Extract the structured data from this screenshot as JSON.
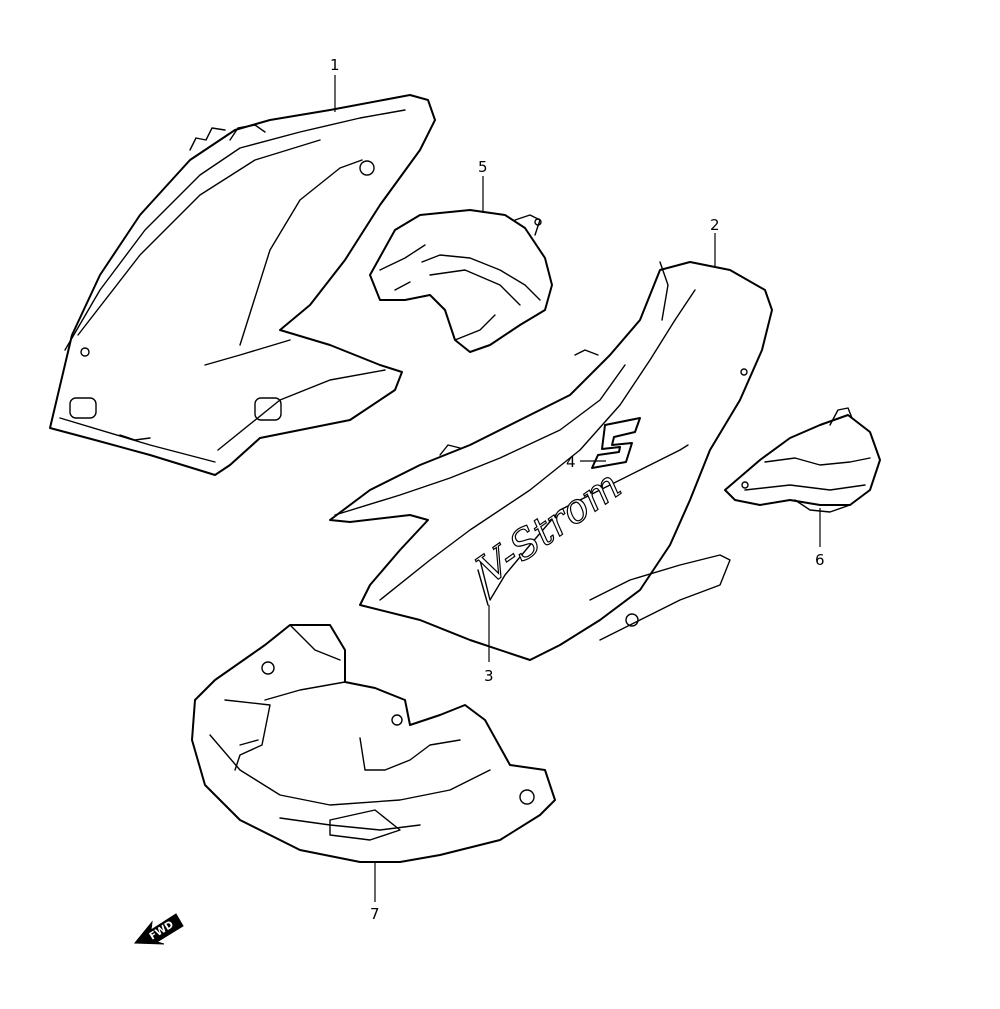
{
  "callouts": [
    {
      "number": "1"
    },
    {
      "number": "2"
    },
    {
      "number": "3"
    },
    {
      "number": "4"
    },
    {
      "number": "5"
    },
    {
      "number": "6"
    },
    {
      "number": "7"
    }
  ],
  "direction_indicator": {
    "label": "FWD"
  },
  "decals": {
    "logo_text": "V-Strom"
  }
}
